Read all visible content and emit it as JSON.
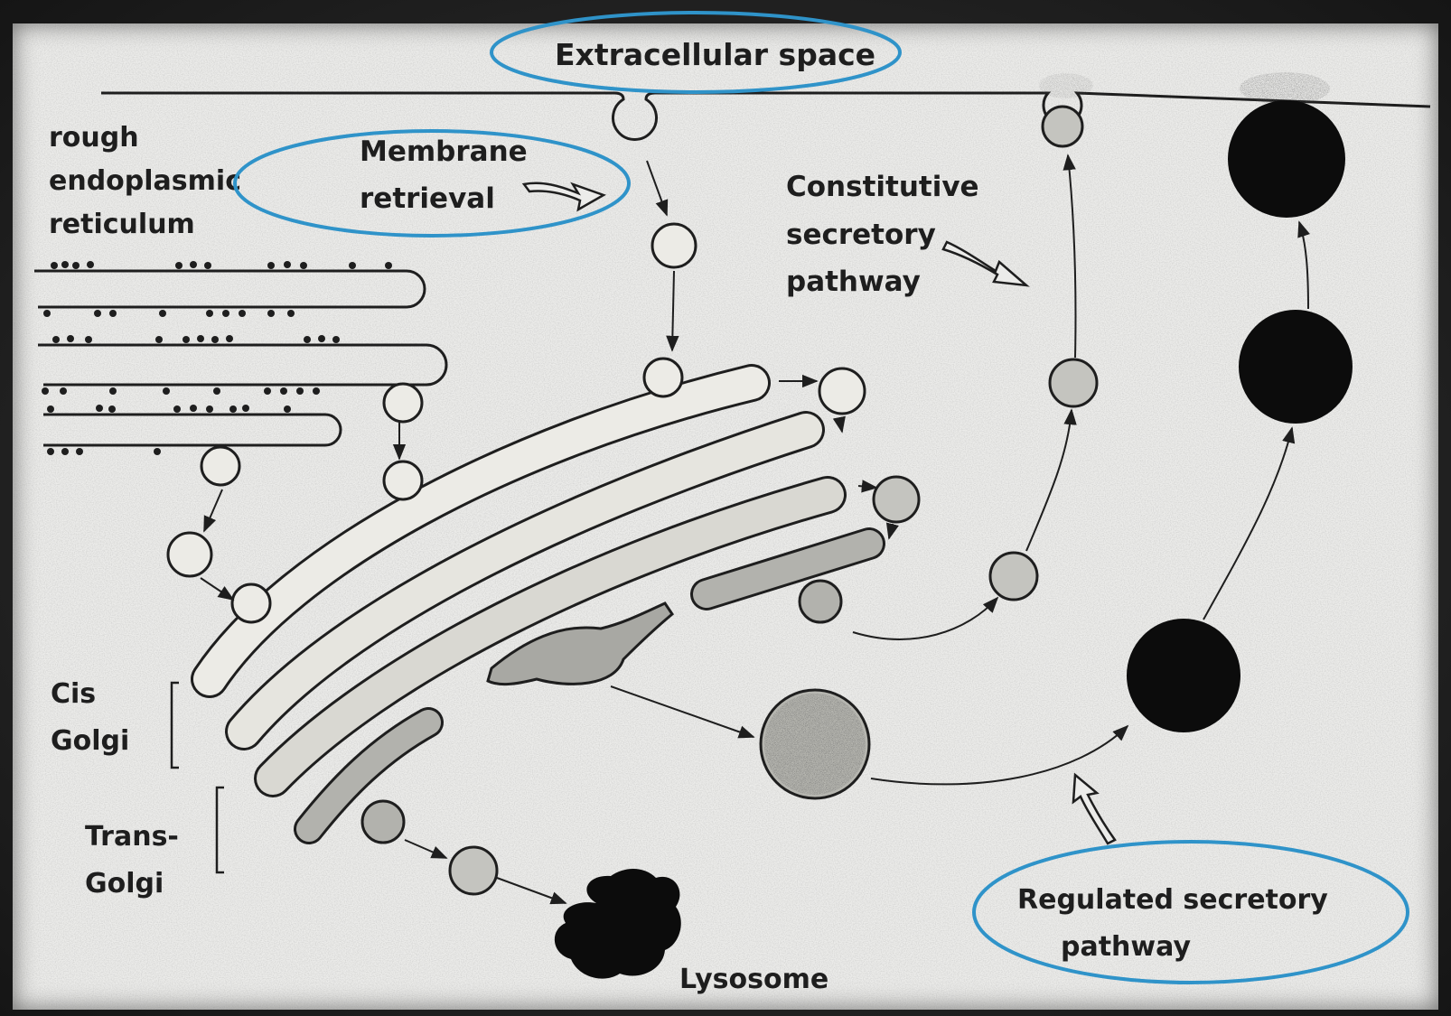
{
  "labels": {
    "extracellular_space": "Extracellular space",
    "rough_er": [
      "rough",
      "endoplasmic",
      "reticulum"
    ],
    "membrane_retrieval": [
      "Membrane",
      "retrieval"
    ],
    "constitutive_pathway": [
      "Constitutive",
      "secretory",
      "pathway"
    ],
    "cis_golgi": [
      "Cis",
      "Golgi"
    ],
    "trans_golgi": [
      "Trans-",
      "Golgi"
    ],
    "regulated_pathway": [
      "Regulated secretory",
      "pathway"
    ],
    "lysosome": "Lysosome"
  },
  "colors": {
    "highlight_ring": "#2f93c9",
    "ink": "#1e1e1e",
    "paper": "#ececea",
    "lumen": "#dadad6",
    "lumen_dark": "#a6a6a2",
    "vesicle_dark": "#0c0c0c"
  }
}
